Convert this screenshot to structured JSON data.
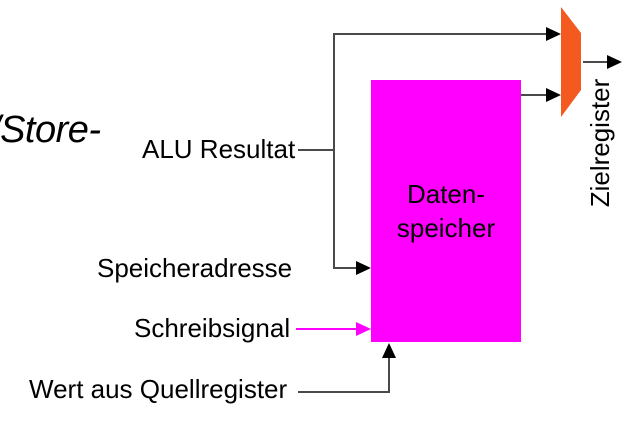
{
  "colors": {
    "memory_fill": "#FF00FF",
    "mux_fill": "#F4591F",
    "wire": "#4A4A4A",
    "arrow": "#000000",
    "write_signal_wire": "#FF00FF",
    "text": "#000000"
  },
  "heading": {
    "clipped_prefix": "/",
    "text": "Store-"
  },
  "labels": {
    "alu_result": "ALU Resultat",
    "memory_address": "Speicheradresse",
    "write_signal": "Schreibsignal",
    "source_register_value": "Wert aus Quellregister"
  },
  "memory_block": {
    "title_line1": "Daten-",
    "title_line2": "speicher"
  },
  "target_register_label": "Zielregister"
}
